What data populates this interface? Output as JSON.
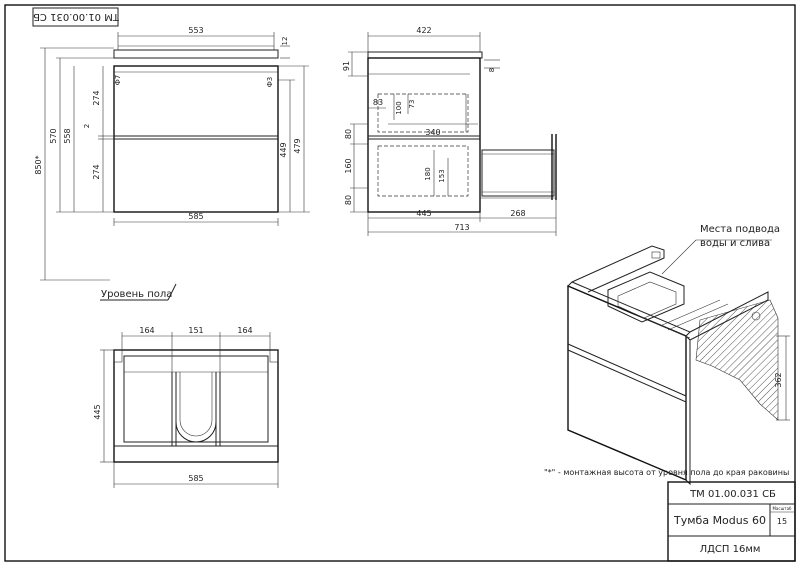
{
  "stamp": {
    "code": "TM 01.00.031 СБ"
  },
  "front_view": {
    "width_top": "553",
    "top_thickness": "12",
    "overall_height": "850*",
    "body_height": "570",
    "inner_height": "558",
    "drawer_upper": "274",
    "gap": "2",
    "drawer_lower": "274",
    "side_h1": "449",
    "side_h2": "479",
    "width_bottom": "585",
    "small_mark_left": "Ф7",
    "small_mark_right": "Ф3"
  },
  "floor_label": "Уровень пола",
  "side_view": {
    "depth_top": "422",
    "upper_offset": "91",
    "right_small": "8",
    "d83": "83",
    "d100": "100",
    "d73": "73",
    "d340": "340",
    "d80_upper": "80",
    "d160": "160",
    "d80_lower": "80",
    "d180": "180",
    "d153": "153",
    "d445": "445",
    "d268": "268",
    "d713": "713"
  },
  "plan_view": {
    "w_left": "164",
    "w_mid": "151",
    "w_right": "164",
    "depth": "445",
    "width": "585"
  },
  "iso_view": {
    "callout": [
      "Места подвода",
      "воды и слива"
    ],
    "height_dim": "362"
  },
  "footnote": "\"*\" - монтажная высота от уровня пола до края раковины",
  "title_block": {
    "code": "TM 01.00.031 СБ",
    "name": "Тумба Modus 60",
    "sheet_label": "Масштаб",
    "sheet_value": "15",
    "material": "ЛДСП 16мм"
  }
}
